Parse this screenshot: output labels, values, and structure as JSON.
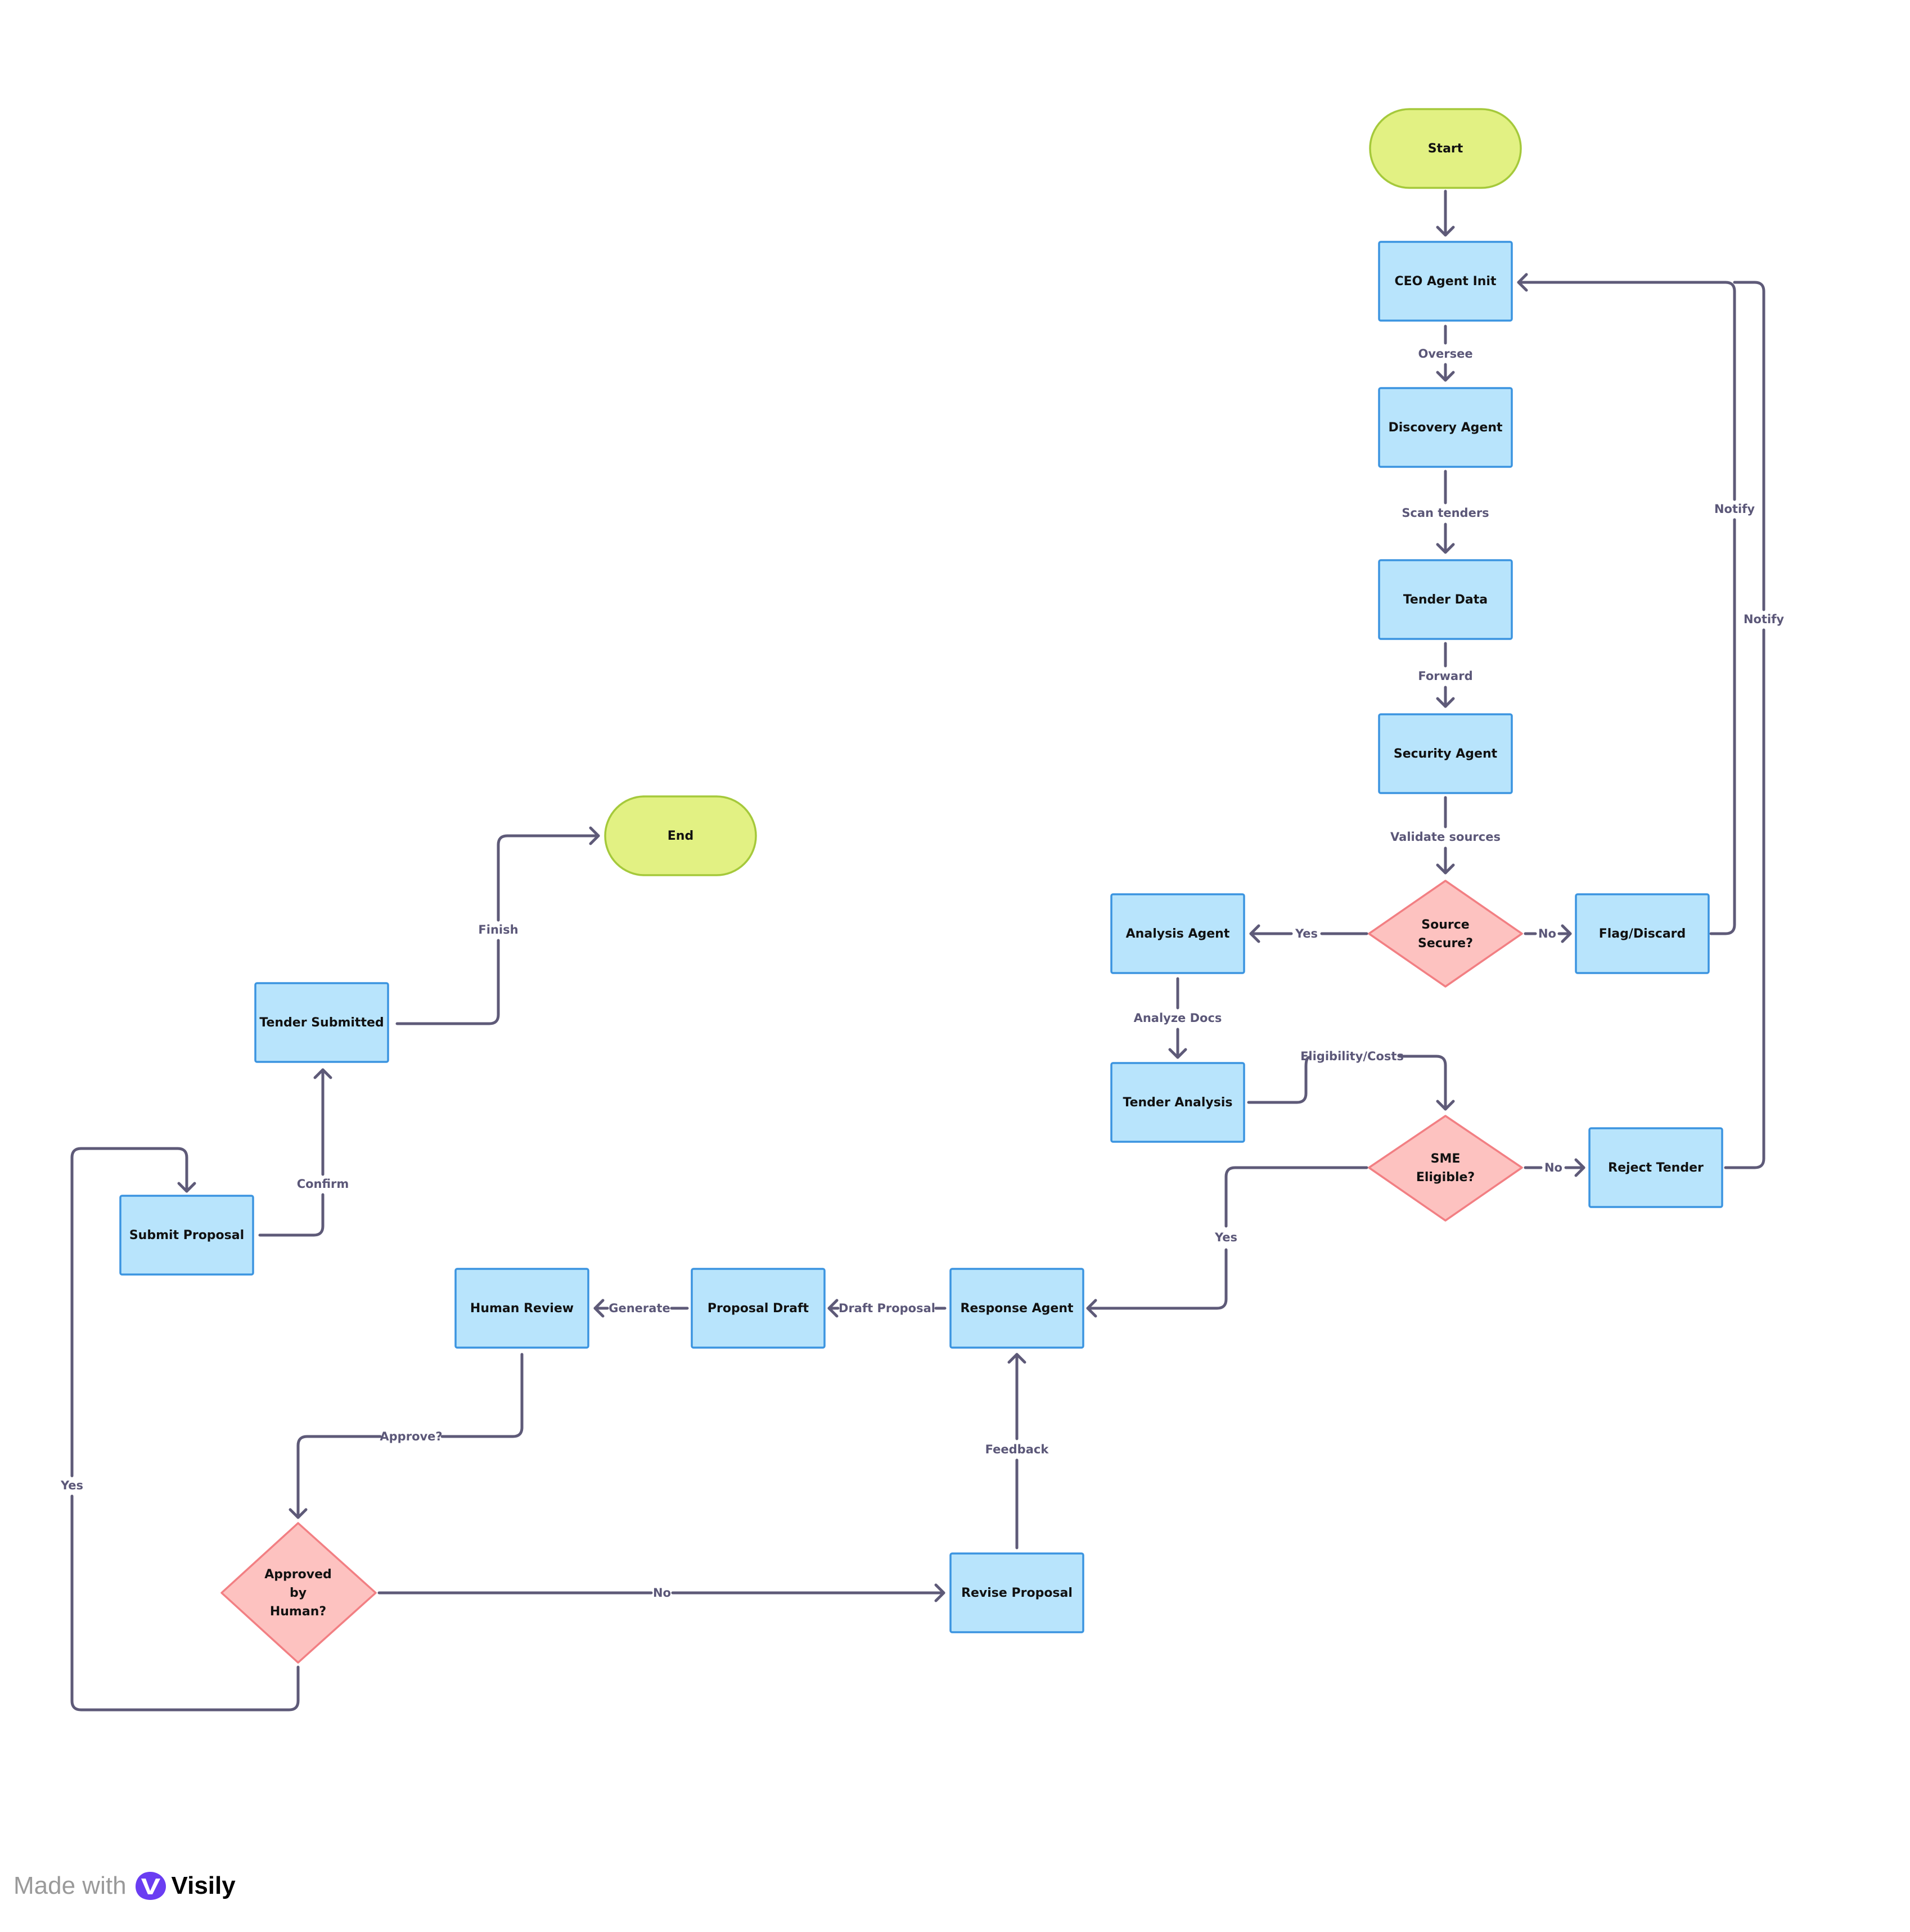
{
  "colors": {
    "process_fill": "#b8e4fc",
    "process_stroke": "#3b94e0",
    "terminal_fill": "#e2f183",
    "terminal_stroke": "#a5c93b",
    "decision_fill": "#fdc2c0",
    "decision_stroke": "#f27f83",
    "edge": "#5e5a78",
    "edge_label": "#5b5778"
  },
  "nodes": {
    "start": "Start",
    "ceo_agent_init": "CEO Agent Init",
    "discovery_agent": "Discovery Agent",
    "tender_data": "Tender Data",
    "security_agent": "Security Agent",
    "source_secure": [
      "Source",
      "Secure?"
    ],
    "analysis_agent": "Analysis Agent",
    "flag_discard": "Flag/Discard",
    "tender_analysis": "Tender Analysis",
    "sme_eligible": [
      "SME",
      "Eligible?"
    ],
    "reject_tender": "Reject Tender",
    "response_agent": "Response Agent",
    "proposal_draft": "Proposal Draft",
    "human_review": "Human Review",
    "approved_by_human": [
      "Approved",
      "by",
      "Human?"
    ],
    "revise_proposal": "Revise Proposal",
    "submit_proposal": "Submit Proposal",
    "tender_submitted": "Tender Submitted",
    "end": "End"
  },
  "edges": {
    "oversee": "Oversee",
    "scan_tenders": "Scan tenders",
    "forward": "Forward",
    "validate_sources": "Validate sources",
    "source_yes": "Yes",
    "source_no": "No",
    "notify_flag": "Notify",
    "notify_reject": "Notify",
    "analyze_docs": "Analyze Docs",
    "eligibility_costs": "Eligibility/Costs",
    "sme_no": "No",
    "sme_yes": "Yes",
    "draft_proposal": "Draft Proposal",
    "generate": "Generate",
    "approve": "Approve?",
    "approved_no": "No",
    "approved_yes": "Yes",
    "feedback": "Feedback",
    "confirm": "Confirm",
    "finish": "Finish"
  },
  "watermark": {
    "prefix": "Made with",
    "brand": "Visily",
    "logo_icon": "visily-logo-icon"
  }
}
